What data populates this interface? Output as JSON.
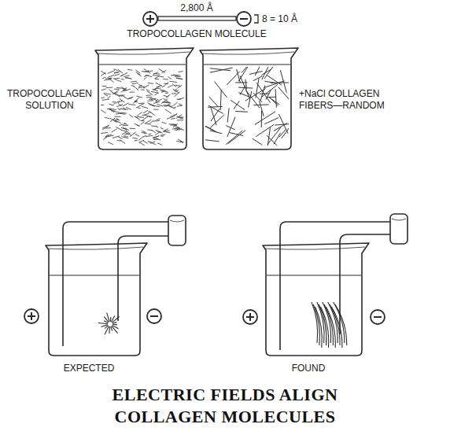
{
  "diagram": {
    "title": "ELECTRIC FIELDS ALIGN COLLAGEN MOLECULES",
    "labels": [
      "2,800 Å",
      "8 = 10 Å",
      "TROPOCOLLAGEN MOLECULE",
      "TROPOCOLLAGEN SOLUTION",
      "+NaCl COLLAGEN FIBERS—RANDOM",
      "EXPECTED",
      "FOUND"
    ]
  }
}
